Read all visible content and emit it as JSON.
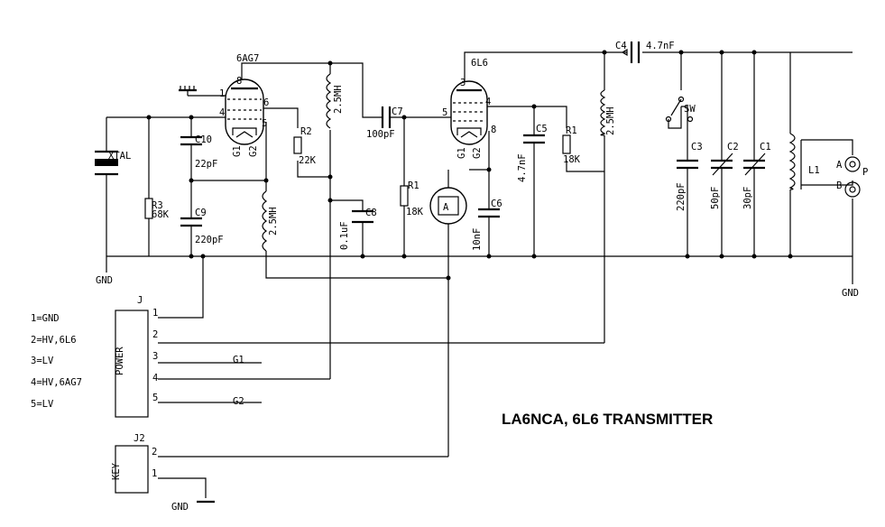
{
  "title": "LA6NCA, 6L6 TRANSMITTER",
  "legend": [
    "1=GND",
    "2=HV,6L6",
    "3=LV",
    "4=HV,6AG7",
    "5=LV"
  ],
  "tubes": {
    "osc": {
      "name": "6AG7",
      "pins": [
        "8",
        "1",
        "4",
        "6",
        "5",
        "G1",
        "G2"
      ]
    },
    "pa": {
      "name": "6L6",
      "pins": [
        "3",
        "5",
        "4",
        "8",
        "G1",
        "G2"
      ]
    }
  },
  "labels": {
    "xtal": "XTAL",
    "r3": "R3",
    "r3v": "68K",
    "c10": "C10",
    "c10v": "22pF",
    "c9": "C9",
    "c9v": "220pF",
    "r2": "R2",
    "r2v": "22K",
    "l_osc_plate": "2.5MH",
    "l_osc_screen": "2.5MH",
    "c8": "C8",
    "c8v": "0.1uF",
    "c7": "C7",
    "c7v": "100pF",
    "r1a": "R1",
    "r1av": "18K",
    "c6": "C6",
    "c6v": "10nF",
    "c5": "C5",
    "c5v": "4.7nF",
    "r1b": "R1",
    "r1bv": "18K",
    "l_pa": "2.5MH",
    "c4": "C4",
    "c4v": "4.7nF",
    "sw": "SW",
    "c3": "C3",
    "c3v": "220pF",
    "c2": "C2",
    "c2v": "50pF",
    "c1": "C1",
    "c1v": "30pF",
    "l1": "L1",
    "term_a": "A",
    "term_b": "B",
    "p": "P",
    "gnd1": "GND",
    "gnd2": "GND",
    "gnd3": "GND",
    "j": "J",
    "power": "POWER",
    "jpins": [
      "1",
      "2",
      "3",
      "4",
      "5"
    ],
    "g1": "G1",
    "g2": "G2",
    "j2": "J2",
    "key": "KEY",
    "j2pins": [
      "2",
      "1"
    ],
    "meter": "A"
  }
}
